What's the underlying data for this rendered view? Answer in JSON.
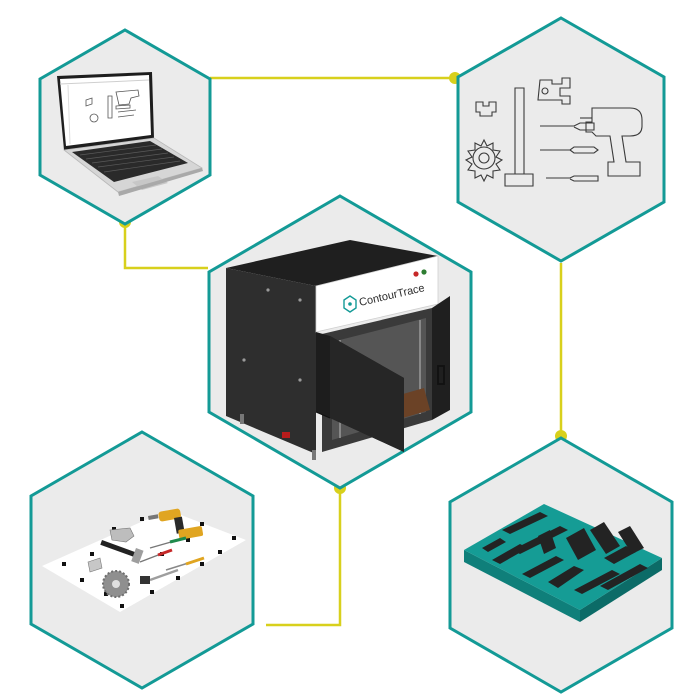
{
  "diagram": {
    "brand_name": "ContourTrace",
    "brand_tagline": "",
    "colors": {
      "hex_border": "#139a96",
      "hex_fill": "#ebebeb",
      "connector": "#d8d01c",
      "foam_teal": "#159c95",
      "foam_dark": "#232323",
      "cabinet": "#2b2b2b",
      "panel": "#ffffff"
    },
    "nodes": [
      {
        "id": "software",
        "icon": "laptop-cad-icon"
      },
      {
        "id": "outlines",
        "icon": "tool-outlines-icon"
      },
      {
        "id": "scanner",
        "icon": "scanner-cabinet-icon"
      },
      {
        "id": "tools-on-board",
        "icon": "tools-on-scan-board-icon"
      },
      {
        "id": "foam-insert",
        "icon": "foam-insert-icon"
      }
    ]
  }
}
